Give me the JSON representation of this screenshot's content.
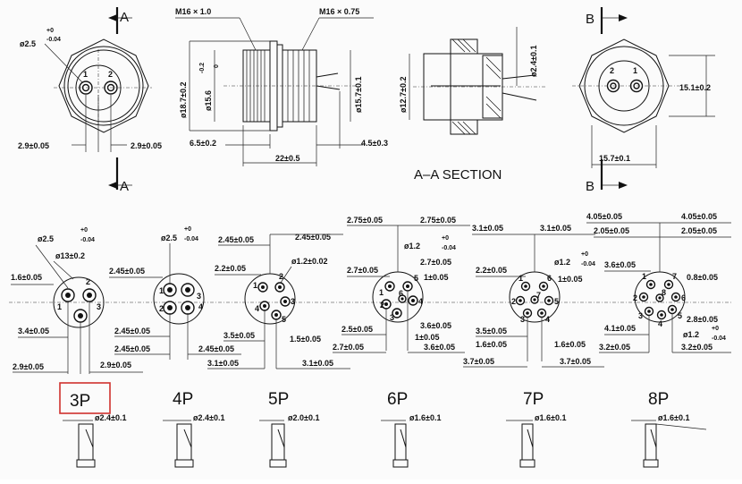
{
  "top": {
    "view_a_marker": "A",
    "view_b_marker": "B",
    "d_pin_hole": "ø2.5",
    "d_pin_hole_tol_upper": "+0",
    "d_pin_hole_tol_lower": "-0.04",
    "pin_1": "1",
    "pin_2": "2",
    "dim_left": "2.9±0.05",
    "dim_right": "2.9±0.05",
    "thread_outer": "M16 × 1.0",
    "thread_inner": "M16 × 0.75",
    "d_18_7": "ø18.7±0.2",
    "d_15_6": "ø15.6",
    "d_15_6_tol_upper": "-0.2",
    "d_15_6_tol_lower": "0",
    "d_15_7": "ø15.7±0.1",
    "d_12_7": "ø12.7±0.2",
    "len_6_5": "6.5±0.2",
    "len_22": "22±0.5",
    "len_4_5": "4.5±0.3",
    "d_2_4": "ø2.4±0.1",
    "section_title": "A–A SECTION",
    "dim_15_1": "15.1±0.2",
    "dim_15_7": "15.7±0.1"
  },
  "faces": [
    {
      "d1": "ø2.5",
      "d1_tol_upper": "+0",
      "d1_tol_lower": "-0.04",
      "d2": "ø13±0.2",
      "dim_a": "1.6±0.05",
      "dim_b": "3.4±0.05",
      "dim_c": "2.9±0.05",
      "dim_d": "2.9±0.05",
      "pins": [
        "1",
        "2",
        "3"
      ]
    },
    {
      "d1": "ø2.5",
      "d1_tol_upper": "+0",
      "d1_tol_lower": "-0.04",
      "dim_a": "2.45±0.05",
      "dim_b": "2.45±0.05",
      "dim_c": "2.45±0.05",
      "dim_d": "2.45±0.05",
      "pins": [
        "1",
        "2",
        "3",
        "4"
      ]
    },
    {
      "d1": "ø1.2±0.02",
      "dim_top_l": "2.45±0.05",
      "dim_top_r": "2.45±0.05",
      "dim_a": "2.2±0.05",
      "dim_b": "3.5±0.05",
      "dim_c": "1.5±0.05",
      "dim_d": "3.1±0.05",
      "dim_e": "3.1±0.05",
      "pins": [
        "1",
        "2",
        "3",
        "4",
        "5"
      ]
    },
    {
      "d1": "ø1.2",
      "d1_tol_upper": "+0",
      "d1_tol_lower": "-0.04",
      "dim_top_l": "2.75±0.05",
      "dim_top_r": "2.75±0.05",
      "dim_a": "2.7±0.05",
      "dim_b": "2.7±0.05",
      "dim_c": "1±0.05",
      "dim_d": "2.5±0.05",
      "dim_e": "3.6±0.05",
      "dim_f": "1±0.05",
      "dim_g": "2.7±0.05",
      "dim_h": "3.6±0.05",
      "pins": [
        "1",
        "2",
        "3",
        "4",
        "5",
        "6"
      ]
    },
    {
      "d1": "ø1.2",
      "d1_tol_upper": "+0",
      "d1_tol_lower": "-0.04",
      "dim_top_l": "3.1±0.05",
      "dim_top_r": "3.1±0.05",
      "dim_a": "2.2±0.05",
      "dim_b": "1±0.05",
      "dim_c": "3.5±0.05",
      "dim_d": "1.6±0.05",
      "dim_e": "1.6±0.05",
      "dim_f": "3.7±0.05",
      "dim_g": "3.7±0.05",
      "pins": [
        "1",
        "2",
        "3",
        "4",
        "5",
        "6",
        "7"
      ]
    },
    {
      "d1": "ø1.2",
      "d1_tol_upper": "+0",
      "d1_tol_lower": "-0.04",
      "dim_top_l": "4.05±0.05",
      "dim_top_r": "4.05±0.05",
      "dim_top_l2": "2.05±0.05",
      "dim_top_r2": "2.05±0.05",
      "dim_a": "3.6±0.05",
      "dim_b": "0.8±0.05",
      "dim_c": "4.1±0.05",
      "dim_d": "2.8±0.05",
      "dim_e": "3.2±0.05",
      "dim_f": "3.2±0.05",
      "pins": [
        "1",
        "2",
        "3",
        "4",
        "5",
        "6",
        "7",
        "8"
      ]
    }
  ],
  "variants": [
    {
      "label": "3P",
      "pin_dia": "ø2.4±0.1",
      "selected": true
    },
    {
      "label": "4P",
      "pin_dia": "ø2.4±0.1",
      "selected": false
    },
    {
      "label": "5P",
      "pin_dia": "ø2.0±0.1",
      "selected": false
    },
    {
      "label": "6P",
      "pin_dia": "ø1.6±0.1",
      "selected": false
    },
    {
      "label": "7P",
      "pin_dia": "ø1.6±0.1",
      "selected": false
    },
    {
      "label": "8P",
      "pin_dia": "ø1.6±0.1",
      "selected": false
    }
  ],
  "colors": {
    "ink": "#111111",
    "paper": "#fbfbfb",
    "selection": "#d0312d"
  }
}
